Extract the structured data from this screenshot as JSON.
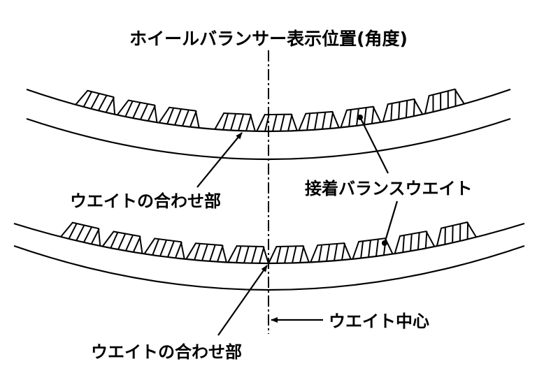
{
  "title": "ホイールバランサー表示位置(角度)",
  "labels": {
    "joint_top": "ウエイトの合わせ部",
    "adhesive_weight": "接着バランスウエイト",
    "weight_center": "ウエイト中心",
    "joint_bottom": "ウエイトの合わせ部"
  },
  "colors": {
    "line": "#000000",
    "background": "#ffffff"
  }
}
